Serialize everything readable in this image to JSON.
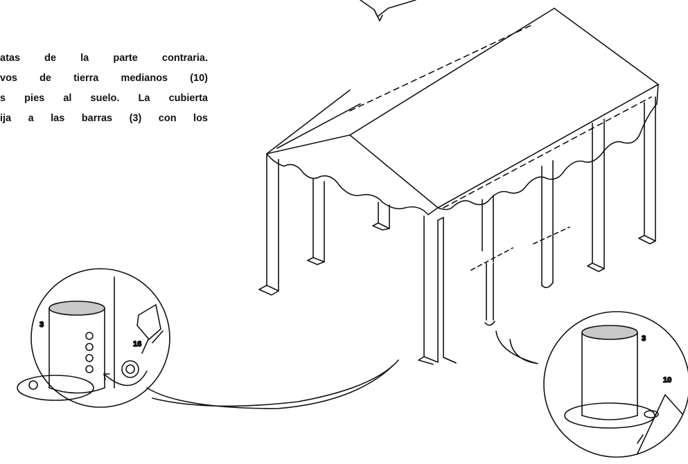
{
  "instructions": {
    "lines": [
      "atas de la parte contraria.",
      "vos de tierra medianos (10)",
      "s pies al suelo. La cubierta",
      "ija a las barras (3) con los"
    ]
  },
  "diagram": {
    "detail_left": {
      "pole_label": "3",
      "ring_label": "16"
    },
    "detail_right": {
      "pole_label": "3",
      "stake_label": "10"
    }
  }
}
